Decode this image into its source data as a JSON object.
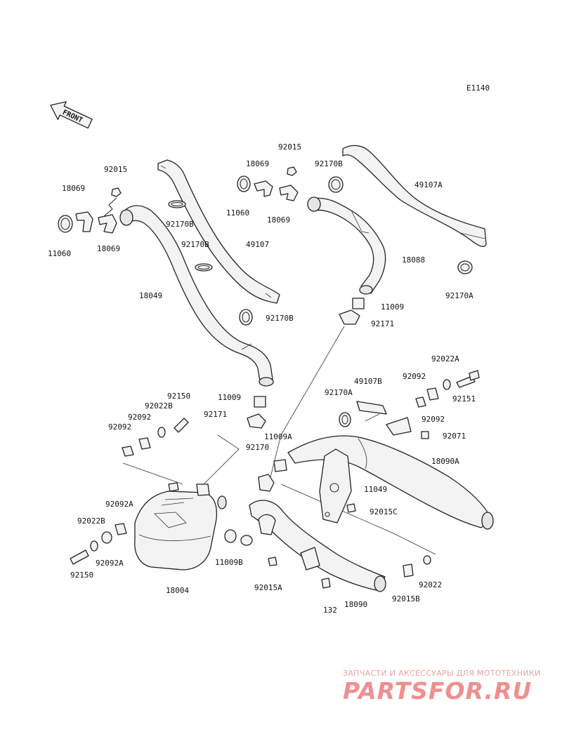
{
  "diagram": {
    "code": "E1140",
    "front_label": "FRONT",
    "parts": {
      "p92015_a": "92015",
      "p18069_a": "18069",
      "p11060_a": "11060",
      "p18069_b": "18069",
      "p92170b_a": "92170B",
      "p92170b_b": "92170B",
      "p49107": "49107",
      "p18049": "18049",
      "p92170b_c": "92170B",
      "p92015_b": "92015",
      "p18069_c": "18069",
      "p92170b_d": "92170B",
      "p11060_b": "11060",
      "p18069_d": "18069",
      "p49107a": "49107A",
      "p18088": "18088",
      "p92170a_a": "92170A",
      "p11009_a": "11009",
      "p92171_a": "92171",
      "p92022a": "92022A",
      "p49107b": "49107B",
      "p92092_a": "92092",
      "p92170a_b": "92170A",
      "p92151": "92151",
      "p92092_b": "92092",
      "p92071": "92071",
      "p92150_a": "92150",
      "p92022b_a": "92022B",
      "p92092_c": "92092",
      "p92092_d": "92092",
      "p11009_b": "11009",
      "p92171_b": "92171",
      "p11009a": "11009A",
      "p92170": "92170",
      "p18090a": "18090A",
      "p11049": "11049",
      "p92015c": "92015C",
      "p92092a_a": "92092A",
      "p92022b_b": "92022B",
      "p92092a_b": "92092A",
      "p92150_b": "92150",
      "p11009b": "11009B",
      "p18004": "18004",
      "p92015a": "92015A",
      "p132": "132",
      "p18090": "18090",
      "p92015b": "92015B",
      "p92022": "92022"
    }
  },
  "watermark": {
    "tagline": "ЗАПЧАСТИ И АКСЕССУАРЫ ДЛЯ МОТОТЕХНИКИ",
    "brand": "PARTSFOR.RU"
  }
}
